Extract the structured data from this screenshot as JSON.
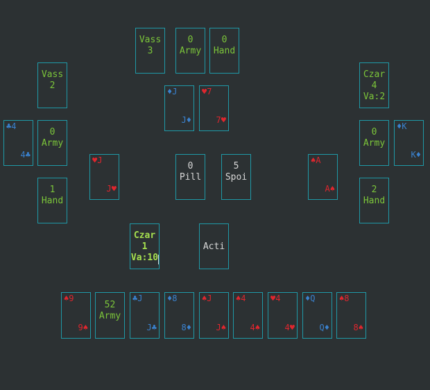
{
  "colors": {
    "background": "#2c3133",
    "border": "#1f9aa8",
    "green": "#7cc63a",
    "red": "#e0262e",
    "blue": "#3a82cf",
    "gray": "#d8d8d8"
  },
  "top_player": {
    "name": "Vass",
    "value": "3",
    "army_count": "0",
    "army_label": "Army",
    "hand_count": "0",
    "hand_label": "Hand"
  },
  "top_cards": [
    {
      "corner": "♦J",
      "rank": "J",
      "suit": "♦",
      "color": "blue"
    },
    {
      "corner": "♥7",
      "rank": "7",
      "suit": "♥",
      "color": "red"
    }
  ],
  "left_player": {
    "name": "Vass",
    "value": "2",
    "army_count": "0",
    "army_label": "Army",
    "hand_count": "1",
    "hand_label": "Hand"
  },
  "left_card": {
    "corner": "♣4",
    "rank": "4",
    "suit": "♣",
    "color": "blue"
  },
  "left_table_card": {
    "corner": "♥J",
    "rank": "J",
    "suit": "♥",
    "color": "red"
  },
  "right_player": {
    "name": "Czar",
    "value": "4",
    "extra": "Va:2",
    "army_count": "0",
    "army_label": "Army",
    "hand_count": "2",
    "hand_label": "Hand"
  },
  "right_card": {
    "corner": "♦K",
    "rank": "K",
    "suit": "♦",
    "color": "blue"
  },
  "right_table_card": {
    "corner": "♠A",
    "rank": "A",
    "suit": "♠",
    "color": "red"
  },
  "center": {
    "pile_count": "0",
    "pile_label": "Pill",
    "spoils_count": "5",
    "spoils_label": "Spoi"
  },
  "self_player": {
    "name": "Czar",
    "value": "1",
    "extra": "Va:10"
  },
  "action_label": "Acti",
  "army": {
    "count": "52",
    "label": "Army"
  },
  "hand": [
    {
      "corner": "♠9",
      "rank": "9",
      "suit": "♠",
      "color": "red"
    },
    {
      "corner": "♣J",
      "rank": "J",
      "suit": "♣",
      "color": "blue"
    },
    {
      "corner": "♦8",
      "rank": "8",
      "suit": "♦",
      "color": "blue"
    },
    {
      "corner": "♠J",
      "rank": "J",
      "suit": "♠",
      "color": "red"
    },
    {
      "corner": "♠4",
      "rank": "4",
      "suit": "♠",
      "color": "red"
    },
    {
      "corner": "♥4",
      "rank": "4",
      "suit": "♥",
      "color": "red"
    },
    {
      "corner": "♦Q",
      "rank": "Q",
      "suit": "♦",
      "color": "blue"
    },
    {
      "corner": "♠8",
      "rank": "8",
      "suit": "♠",
      "color": "red"
    }
  ]
}
